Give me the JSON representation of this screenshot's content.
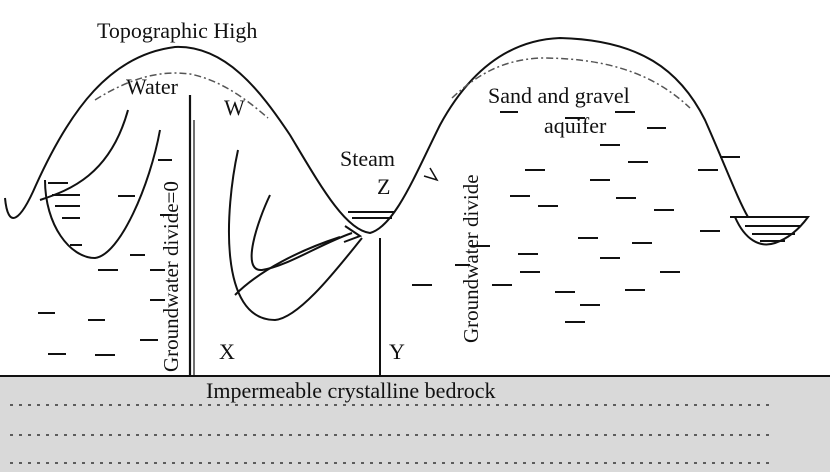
{
  "labels": {
    "topographic_high": "Topographic High",
    "water": "Water",
    "w": "W",
    "groundwater_divide_0": "Groundwater divide=0",
    "steam": "Steam",
    "z": "Z",
    "sand_gravel_line1": "Sand and gravel",
    "sand_gravel_line2": "aquifer",
    "groundwater_divide": "Groundwater divide",
    "x": "X",
    "y": "Y",
    "bedrock": "Impermeable crystalline bedrock"
  },
  "colors": {
    "line": "#111111",
    "bedrock_fill": "#d9d9d9",
    "background": "#ffffff"
  }
}
